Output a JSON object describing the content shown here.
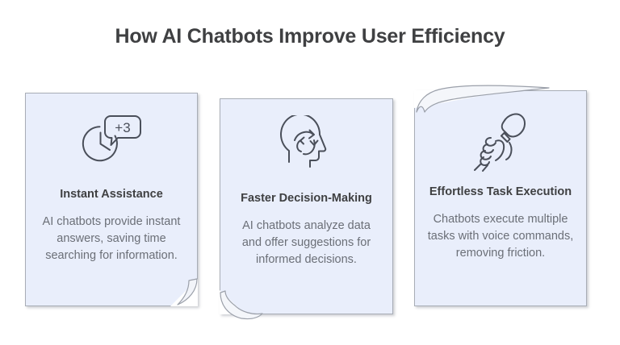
{
  "page": {
    "title": "How AI Chatbots Improve User Efficiency",
    "background_color": "#ffffff",
    "title_color": "#3f4042"
  },
  "theme": {
    "card_fill": "#e9eefb",
    "card_border": "#a8adb6",
    "heading_color": "#3f4042",
    "body_color": "#6b6f77",
    "icon_stroke": "#4a4f5a"
  },
  "cards": [
    {
      "id": "instant-assistance",
      "icon": "clock-chat-bubble-icon",
      "icon_badge": "+3",
      "heading": "Instant Assistance",
      "body": "AI chatbots provide instant answers, saving time searching for information.",
      "fold": "bottom-right"
    },
    {
      "id": "faster-decision-making",
      "icon": "head-cycle-arrows-icon",
      "icon_badge": "",
      "heading": "Faster Decision-Making",
      "body": "AI chatbots analyze data and offer suggestions for informed decisions.",
      "fold": "bottom-left"
    },
    {
      "id": "effortless-task-execution",
      "icon": "hand-microphone-icon",
      "icon_badge": "",
      "heading": "Effortless Task Execution",
      "body": "Chatbots execute multiple tasks with voice commands, removing friction.",
      "fold": "top-left"
    }
  ]
}
